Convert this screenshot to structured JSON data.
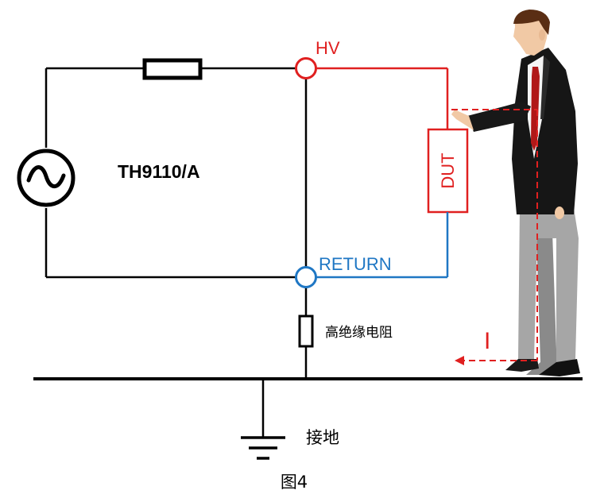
{
  "labels": {
    "device": "TH9110/A",
    "hv": "HV",
    "return": "RETURN",
    "dut": "DUT",
    "insulation_resistor": "高绝缘电阻",
    "ground": "接地",
    "current": "I",
    "caption": "图4"
  },
  "colors": {
    "hv_wire": "#e02020",
    "return_wire": "#1f77c4",
    "circuit": "#000000",
    "leakage_path": "#e02020"
  }
}
